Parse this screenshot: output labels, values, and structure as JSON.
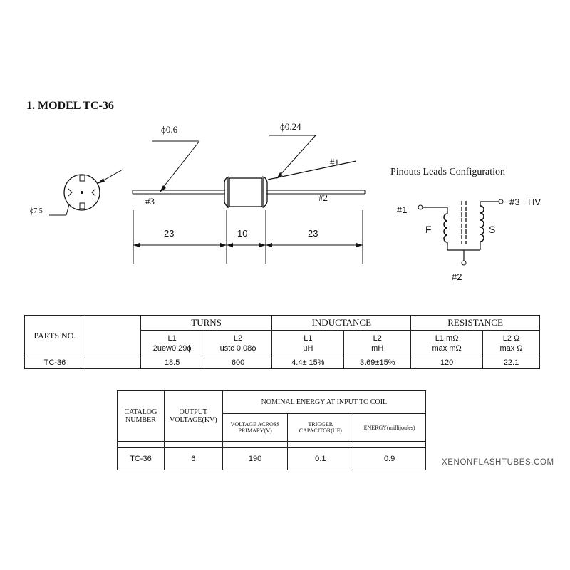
{
  "title": "1. MODEL TC-36",
  "drawing": {
    "phi_lead": "ϕ0.6",
    "phi_wire": "ϕ0.24",
    "phi_body": "ϕ7.5",
    "pin1": "#1",
    "pin2": "#2",
    "pin3": "#3",
    "dim_left": "23",
    "dim_mid": "10",
    "dim_right": "23"
  },
  "pinout": {
    "title": "Pinouts Leads Configuration",
    "pin1": "#1",
    "pin2": "#2",
    "pin3": "#3",
    "hv": "HV",
    "f": "F",
    "s": "S"
  },
  "spec_table": {
    "parts_header": "PARTS NO.",
    "turns": "TURNS",
    "inductance": "INDUCTANCE",
    "resistance": "RESISTANCE",
    "turns_l1": "L1",
    "turns_l1_desc": "2uew0.29ϕ",
    "turns_l2": "L2",
    "turns_l2_desc": "ustc 0.08ϕ",
    "ind_l1": "L1",
    "ind_l1_unit": "uH",
    "ind_l2": "L2",
    "ind_l2_unit": "mH",
    "res_l1": "L1  mΩ",
    "res_l1_unit": "max mΩ",
    "res_l2": "L2 Ω",
    "res_l2_unit": "max Ω",
    "row": {
      "part": "TC-36",
      "turns_l1": "18.5",
      "turns_l2": "600",
      "ind_l1": "4.4± 15%",
      "ind_l2": "3.69±15%",
      "res_l1": "120",
      "res_l2": "22.1"
    }
  },
  "catalog_table": {
    "catalog_header": "CATALOG NUMBER",
    "output_header": "OUTPUT VOLTAGE(KV)",
    "nominal_header": "NOMINAL ENERGY AT INPUT TO COIL",
    "voltage_header": "VOLTAGE ACROSS PRIMARY(V)",
    "trigger_header": "TRIGGER CAPACITOR(UF)",
    "energy_header": "ENERGY(millijoules)",
    "row": {
      "catalog": "TC-36",
      "output": "6",
      "voltage": "190",
      "trigger": "0.1",
      "energy": "0.9"
    }
  },
  "watermark": "XENONFLASHTUBES.COM"
}
